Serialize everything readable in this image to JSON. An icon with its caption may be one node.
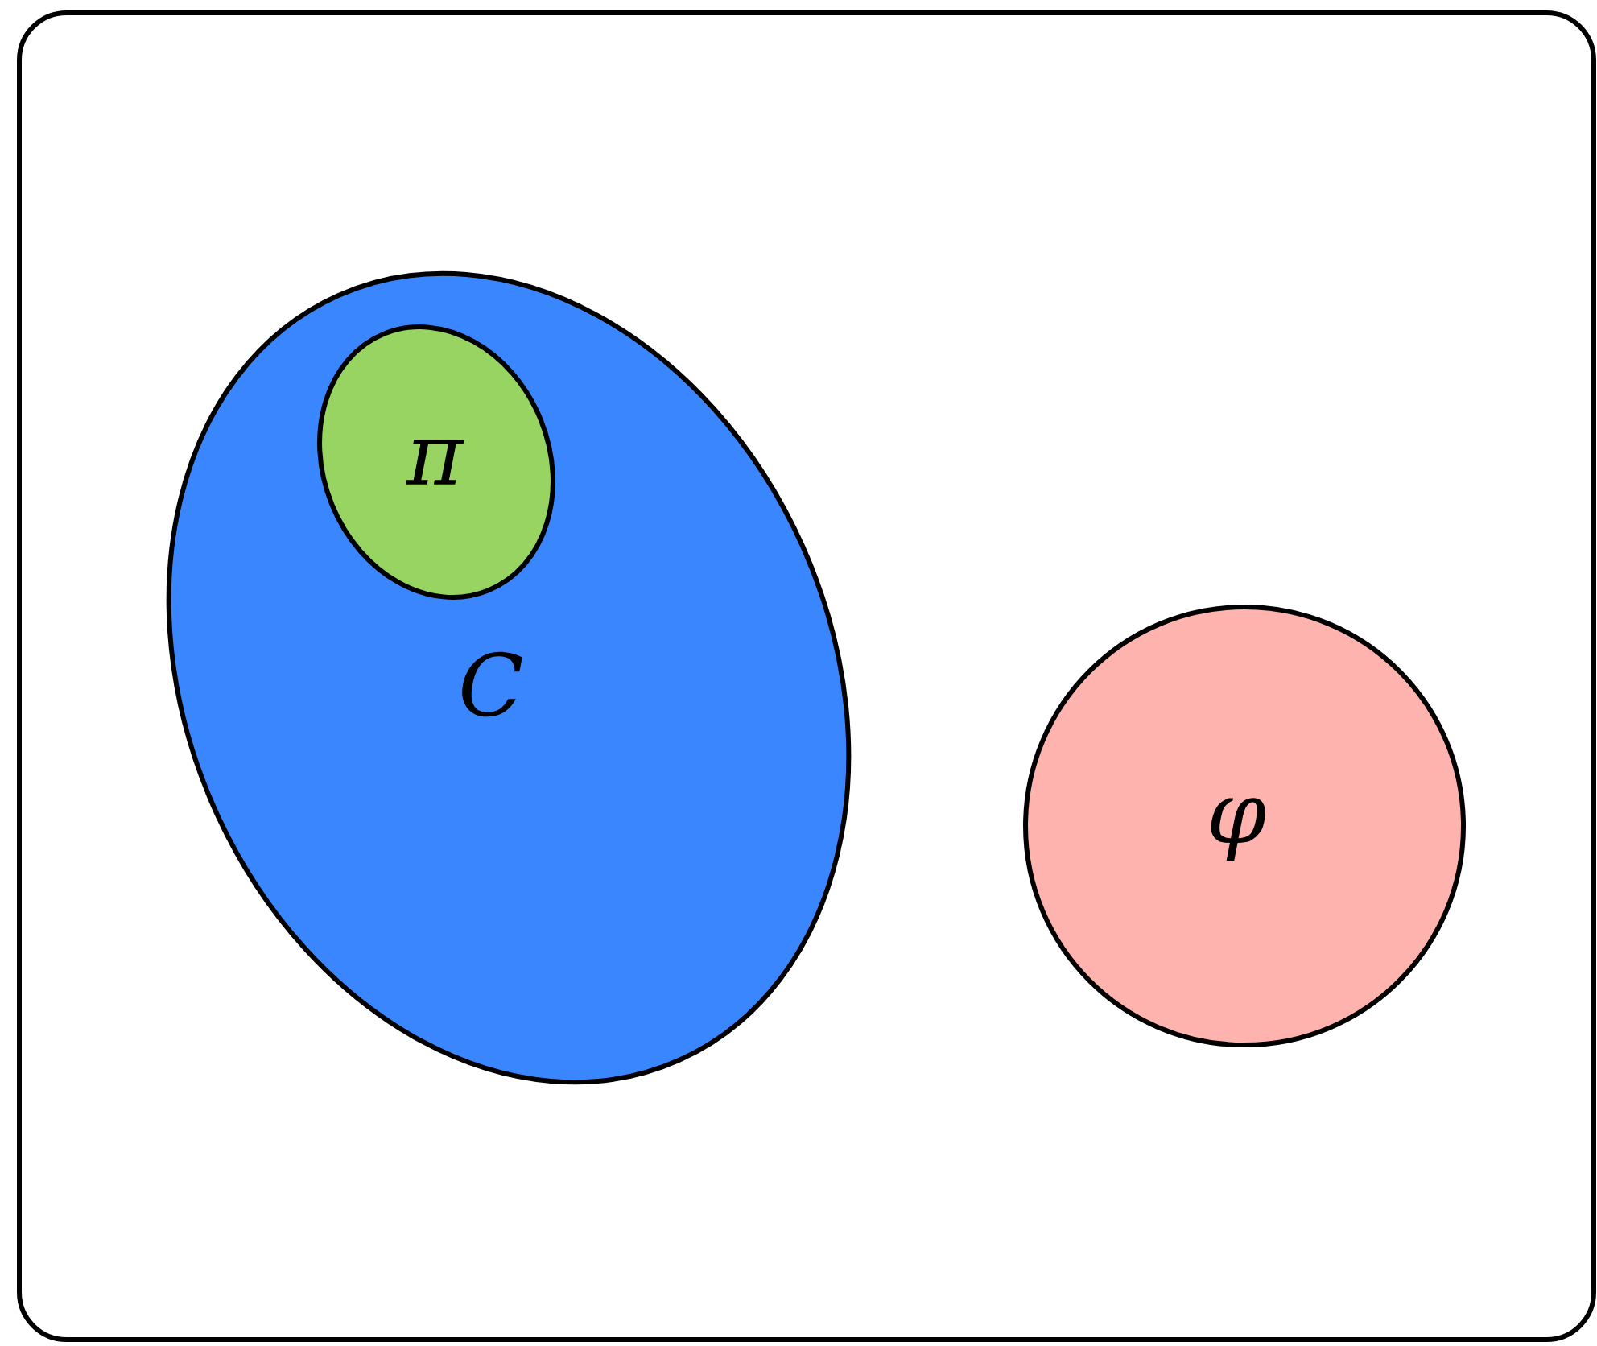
{
  "diagram": {
    "nodes": [
      {
        "text": [],
        "shape": "box"
      },
      {
        "text": [
          "C"
        ],
        "in": 0
      },
      {
        "text": [
          "π"
        ],
        "in": 1
      },
      {
        "text": [
          "φ"
        ],
        "in": 0
      }
    ]
  }
}
